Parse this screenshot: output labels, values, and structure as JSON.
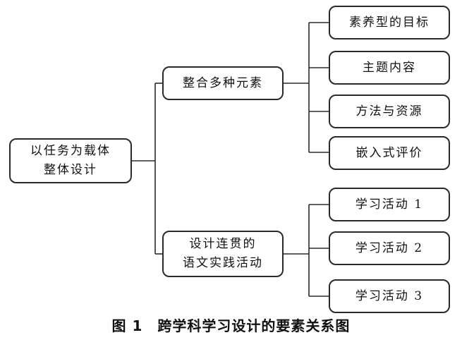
{
  "root": {
    "line1": "以任务为载体",
    "line2": "整体设计"
  },
  "branch_a": {
    "label": "整合多种元素",
    "children": [
      "素养型的目标",
      "主题内容",
      "方法与资源",
      "嵌入式评价"
    ]
  },
  "branch_b": {
    "line1": "设计连贯的",
    "line2": "语文实践活动",
    "children": [
      "学习活动 1",
      "学习活动 2",
      "学习活动 3"
    ]
  },
  "caption": "图 1　跨学科学习设计的要素关系图",
  "colors": {
    "stroke": "#2a2a2a",
    "background": "#ffffff"
  }
}
